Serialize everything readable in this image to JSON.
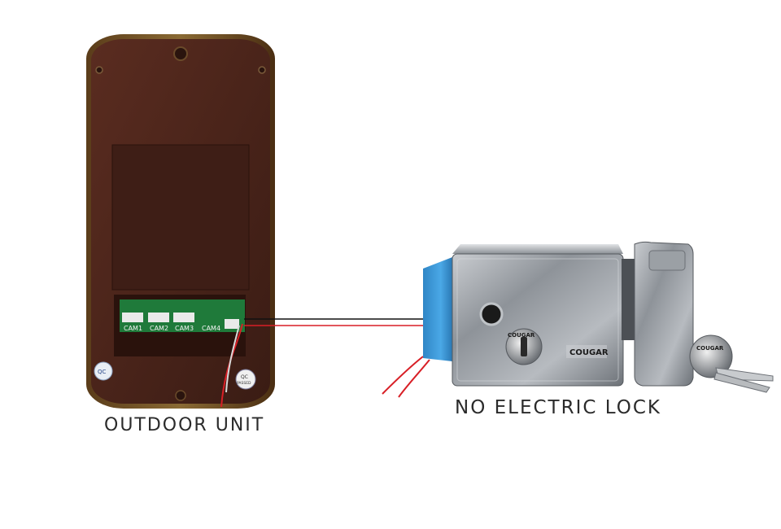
{
  "labels": {
    "outdoor_unit": "OUTDOOR UNIT",
    "lock": "NO ELECTRIC LOCK"
  },
  "pcb": {
    "connectors": [
      "CAM1",
      "CAM2",
      "CAM3",
      "CAM4"
    ]
  },
  "lock_branding": {
    "brand": "COUGAR",
    "cylinder_text": "COUGAR",
    "key_text": "COUGAR"
  },
  "badges": {
    "qc_small": "QC",
    "qc_passed_top": "QC",
    "qc_passed_bottom": "PASSED"
  },
  "colors": {
    "panel_brown": "#4a2519",
    "panel_bronze": "#7a5a2a",
    "pcb_green": "#1f7a3a",
    "wire_red": "#d81f26",
    "wire_black": "#111111",
    "lock_blue": "#3a9ad9",
    "steel": "#9ea3a8"
  }
}
